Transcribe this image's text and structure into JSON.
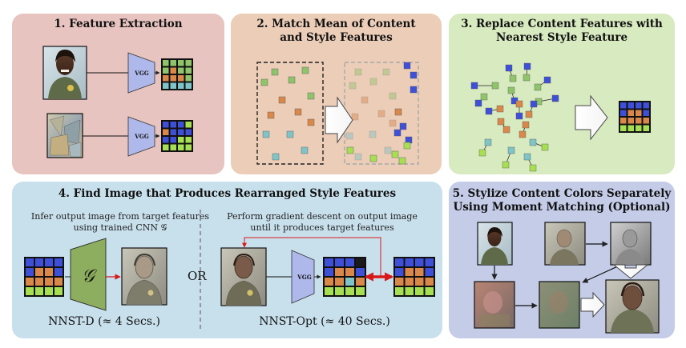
{
  "panels": {
    "p1": {
      "title": "1. Feature Extraction",
      "bg": "#e8c4c0",
      "vgg_label": "VGG"
    },
    "p2": {
      "title_line1": "2. Match Mean of Content",
      "title_line2": "and Style Features",
      "bg": "#ebcdb8"
    },
    "p3": {
      "title_line1": "3. Replace Content Features with",
      "title_line2": "Nearest Style Feature",
      "bg": "#d8eac0"
    },
    "p4": {
      "title": "4. Find Image that Produces Rearranged Style Features",
      "bg": "#c8e0ec",
      "left_note_line1": "Infer output image from target features",
      "left_note_line2": "using trained CNN 𝒢",
      "right_note_line1": "Perform gradient descent on output image",
      "right_note_line2": "until it produces target features",
      "g_symbol": "𝒢",
      "vgg_label": "VGG",
      "or_label": "OR",
      "left_caption": "NNST-D (≈ 4 Secs.)",
      "right_caption": "NNST-Opt (≈ 40 Secs.)"
    },
    "p5": {
      "title_line1": "5. Stylize Content Colors Separately",
      "title_line2": "Using Moment Matching (Optional)",
      "bg": "#c4cce8"
    }
  },
  "colors": {
    "feat_green": "#8fc46a",
    "feat_orange": "#d9884a",
    "feat_teal": "#7ec4c8",
    "feat_blue": "#3e50d8",
    "feat_lime": "#a6e052",
    "feat_brown": "#a07860",
    "vgg_fill": "#aeb8ea",
    "g_fill": "#8cae5e",
    "red_arrow": "#d81818"
  }
}
